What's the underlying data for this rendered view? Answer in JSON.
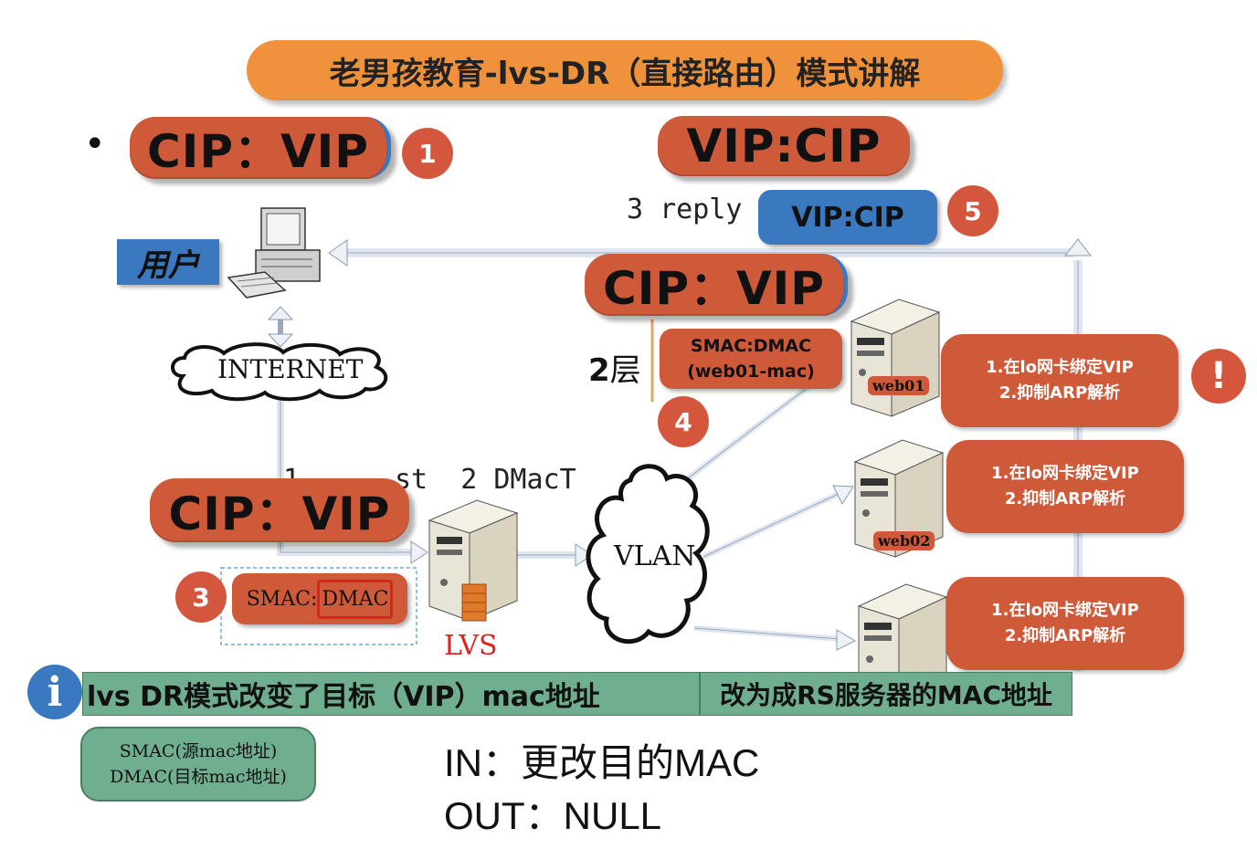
{
  "title": "老男孩教育-lvs-DR（直接路由）模式讲解",
  "bullet": "•",
  "packets": {
    "top_left": "CIP：VIP",
    "top_right": "VIP:CIP",
    "reply_small": "VIP:CIP",
    "middle": "CIP：VIP",
    "lvs_in": "CIP：VIP"
  },
  "badges": {
    "b1": "1",
    "b3": "3",
    "b4": "4",
    "b5": "5"
  },
  "reply_label": "3 reply",
  "user_label": "用户",
  "internet_label": "INTERNET",
  "vlan_label": "VLAN",
  "lvs_label": "LVS",
  "request_partial_left": "1",
  "request_partial_right": "st  2 DMacT",
  "layer2": {
    "num": "2",
    "char": "层"
  },
  "web01_mac": {
    "line1": "SMAC:DMAC",
    "line2": "(web01-mac)"
  },
  "lvs_mac": {
    "smac": "SMAC:",
    "dmac": "DMAC"
  },
  "servers": [
    {
      "label": "web01",
      "line1": "1.在lo网卡绑定VIP",
      "line2": "2.抑制ARP解析"
    },
    {
      "label": "web02",
      "line1": "1.在lo网卡绑定VIP",
      "line2": "2.抑制ARP解析"
    },
    {
      "label": "",
      "line1": "1.在lo网卡绑定VIP",
      "line2": "2.抑制ARP解析"
    }
  ],
  "warning_icon": "!",
  "info_icon": "i",
  "info_bar": {
    "left": "lvs DR模式改变了目标（VIP）mac地址",
    "right": "改为成RS服务器的MAC地址"
  },
  "legend": {
    "line1": "SMAC(源mac地址)",
    "line2": "DMAC(目标mac地址)"
  },
  "notes": {
    "in": "IN：更改目的MAC",
    "out": "OUT：NULL"
  },
  "colors": {
    "accent_orange": "#f0923b",
    "packet_red": "#cf5a3a",
    "blue": "#3a78c0",
    "green": "#6fae8f"
  }
}
